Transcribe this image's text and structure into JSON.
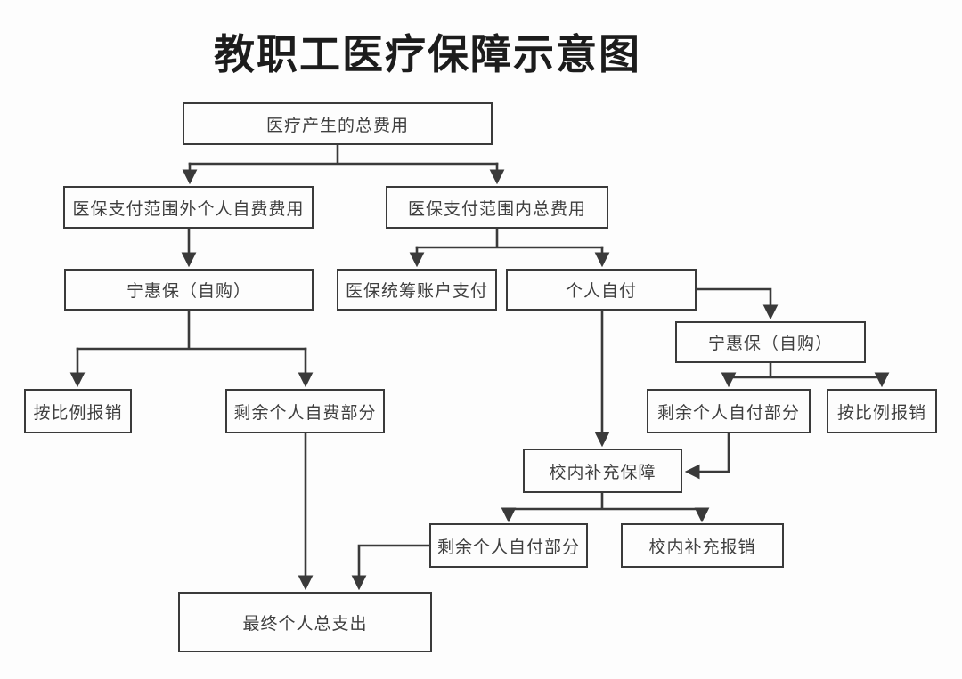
{
  "title": "教职工医疗保障示意图",
  "colors": {
    "line": "#3a3a3a",
    "text": "#3f3f3f",
    "title": "#1c1c1c",
    "bg": "#fdfdfd"
  },
  "nodes": {
    "total_cost": {
      "label": "医疗产生的总费用"
    },
    "outside_scope": {
      "label": "医保支付范围外个人自费费用"
    },
    "inside_scope": {
      "label": "医保支付范围内总费用"
    },
    "ninghuibao_left": {
      "label": "宁惠保（自购）"
    },
    "pool_account": {
      "label": "医保统筹账户支付"
    },
    "self_pay": {
      "label": "个人自付"
    },
    "ninghuibao_right": {
      "label": "宁惠保（自购）"
    },
    "ratio_reimburse_left": {
      "label": "按比例报销"
    },
    "remain_self_fee": {
      "label": "剩余个人自费部分"
    },
    "remain_self_pay_right": {
      "label": "剩余个人自付部分"
    },
    "ratio_reimburse_right": {
      "label": "按比例报销"
    },
    "campus_supplement": {
      "label": "校内补充保障"
    },
    "remain_self_pay_lower": {
      "label": "剩余个人自付部分"
    },
    "campus_reimburse": {
      "label": "校内补充报销"
    },
    "final_total": {
      "label": "最终个人总支出"
    }
  },
  "edges": [
    {
      "from": "total_cost",
      "to": "outside_scope"
    },
    {
      "from": "total_cost",
      "to": "inside_scope"
    },
    {
      "from": "outside_scope",
      "to": "ninghuibao_left"
    },
    {
      "from": "inside_scope",
      "to": "pool_account"
    },
    {
      "from": "inside_scope",
      "to": "self_pay"
    },
    {
      "from": "ninghuibao_left",
      "to": "ratio_reimburse_left"
    },
    {
      "from": "ninghuibao_left",
      "to": "remain_self_fee"
    },
    {
      "from": "self_pay",
      "to": "ninghuibao_right"
    },
    {
      "from": "self_pay",
      "to": "campus_supplement"
    },
    {
      "from": "ninghuibao_right",
      "to": "remain_self_pay_right"
    },
    {
      "from": "ninghuibao_right",
      "to": "ratio_reimburse_right"
    },
    {
      "from": "remain_self_pay_right",
      "to": "campus_supplement"
    },
    {
      "from": "campus_supplement",
      "to": "remain_self_pay_lower"
    },
    {
      "from": "campus_supplement",
      "to": "campus_reimburse"
    },
    {
      "from": "remain_self_fee",
      "to": "final_total"
    },
    {
      "from": "remain_self_pay_lower",
      "to": "final_total"
    }
  ]
}
